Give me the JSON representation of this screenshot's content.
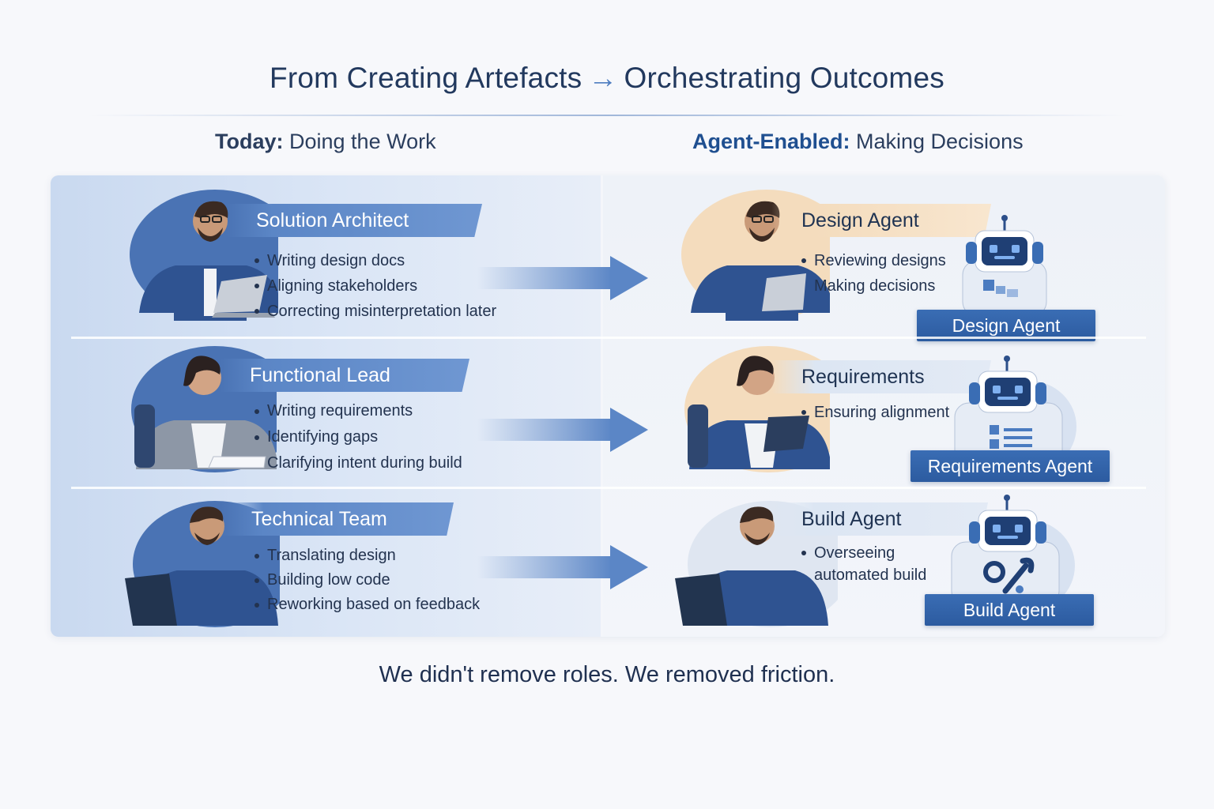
{
  "title": {
    "left": "From Creating Artefacts",
    "arrow": "→",
    "right": "Orchestrating Outcomes"
  },
  "columns": {
    "today": {
      "bold": "Today:",
      "rest": " Doing the Work"
    },
    "agent": {
      "bold": "Agent-Enabled:",
      "rest": " Making Decisions"
    }
  },
  "rows": [
    {
      "role": "Solution Architect",
      "today_items": [
        "Writing design docs",
        "Aligning stakeholders",
        "Correcting misinterpretation later"
      ],
      "agent_role": "Design Agent",
      "agent_items": [
        "Reviewing designs",
        "Making decisions"
      ],
      "agent_badge": "Design Agent"
    },
    {
      "role": "Functional Lead",
      "today_items": [
        "Writing requirements",
        "Identifying gaps",
        "Clarifying intent during build"
      ],
      "agent_role": "Requirements",
      "agent_items": [
        "Ensuring alignment"
      ],
      "agent_badge": "Requirements Agent"
    },
    {
      "role": "Technical Team",
      "today_items": [
        "Translating design",
        "Building low code",
        "Reworking based on feedback"
      ],
      "agent_role": "Build Agent",
      "agent_items": [
        "Overseeing",
        "automated build"
      ],
      "agent_badge": "Build Agent"
    }
  ],
  "footer": "We didn't remove roles. We removed friction.",
  "colors": {
    "accent_blue": "#2c5ba0",
    "halo_peach": "#f4dcbd",
    "left_panel": "#c9d9f0"
  }
}
